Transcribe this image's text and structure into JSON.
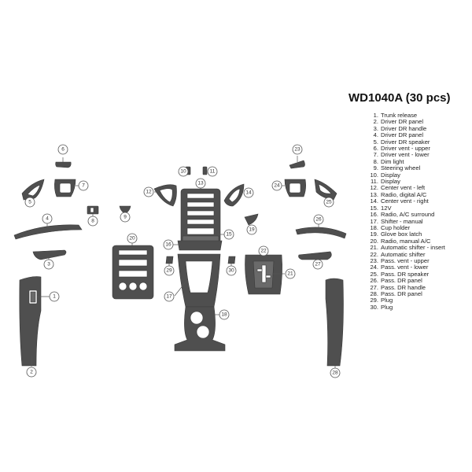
{
  "kit": {
    "title": "WD1040A (30 pcs)"
  },
  "legend": [
    {
      "num": "1.",
      "label": "Trunk release"
    },
    {
      "num": "2.",
      "label": "Driver DR panel"
    },
    {
      "num": "3.",
      "label": "Driver DR handle"
    },
    {
      "num": "4.",
      "label": "Driver DR panel"
    },
    {
      "num": "5.",
      "label": "Driver DR speaker"
    },
    {
      "num": "6.",
      "label": "Driver vent - upper"
    },
    {
      "num": "7.",
      "label": "Driver vent - lower"
    },
    {
      "num": "8.",
      "label": "Dim light"
    },
    {
      "num": "9.",
      "label": "Steering wheel"
    },
    {
      "num": "10.",
      "label": "Display"
    },
    {
      "num": "11.",
      "label": "Display"
    },
    {
      "num": "12.",
      "label": "Center vent - left"
    },
    {
      "num": "13.",
      "label": "Radio, digital A/C"
    },
    {
      "num": "14.",
      "label": "Center vent - right"
    },
    {
      "num": "15.",
      "label": "12V"
    },
    {
      "num": "16.",
      "label": "Radio, A/C surround"
    },
    {
      "num": "17.",
      "label": "Shifter - manual"
    },
    {
      "num": "18.",
      "label": "Cup holder"
    },
    {
      "num": "19.",
      "label": "Glove box latch"
    },
    {
      "num": "20.",
      "label": "Radio, manual A/C"
    },
    {
      "num": "21.",
      "label": "Automatic shifter - insert"
    },
    {
      "num": "22.",
      "label": "Automatic shifter"
    },
    {
      "num": "23.",
      "label": "Pass. vent - upper"
    },
    {
      "num": "24.",
      "label": "Pass. vent - lower"
    },
    {
      "num": "25.",
      "label": "Pass. DR speaker"
    },
    {
      "num": "26.",
      "label": "Pass. DR panel"
    },
    {
      "num": "27.",
      "label": "Pass. DR handle"
    },
    {
      "num": "28.",
      "label": "Pass. DR panel"
    },
    {
      "num": "29.",
      "label": "Plug"
    },
    {
      "num": "30.",
      "label": "Plug"
    }
  ],
  "callouts": [
    "1",
    "2",
    "3",
    "4",
    "5",
    "6",
    "7",
    "8",
    "9",
    "10",
    "11",
    "12",
    "13",
    "14",
    "15",
    "16",
    "17",
    "18",
    "19",
    "20",
    "21",
    "22",
    "23",
    "24",
    "25",
    "26",
    "27",
    "28",
    "29",
    "30"
  ],
  "colors": {
    "part_fill": "#4f4f4f",
    "outline": "#3a3a3a",
    "background": "#ffffff"
  }
}
